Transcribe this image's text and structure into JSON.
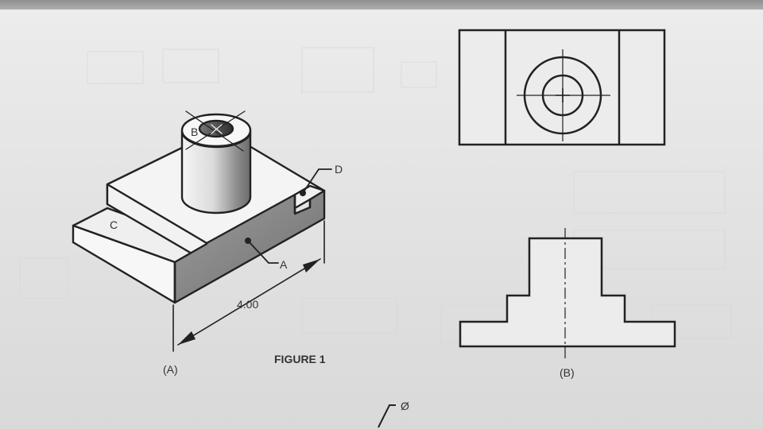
{
  "figure": {
    "title": "FIGURE 1",
    "view_a_label": "(A)",
    "view_b_label": "(B)",
    "dimension": "4.00",
    "surface_labels": [
      "B",
      "C",
      "D",
      "A"
    ],
    "symbol": "Ø"
  }
}
